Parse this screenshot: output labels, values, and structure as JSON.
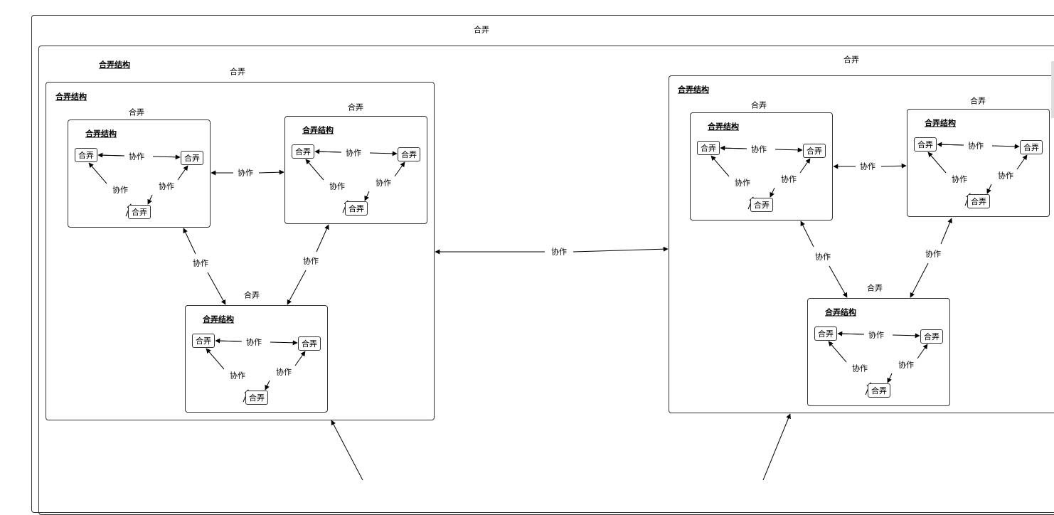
{
  "outer": {
    "label": "合弄"
  },
  "left": {
    "label": "合弄",
    "title": "合弄结构",
    "inner_title": "合弄结构",
    "inner_label": "合弄",
    "groups": [
      {
        "label": "合弄",
        "title": "合弄结构",
        "nodes": [
          "合弄",
          "合弄",
          "合弄"
        ],
        "edges": [
          "协作",
          "协作",
          "协作"
        ]
      },
      {
        "label": "合弄",
        "title": "合弄结构",
        "nodes": [
          "合弄",
          "合弄",
          "合弄"
        ],
        "edges": [
          "协作",
          "协作",
          "协作"
        ]
      },
      {
        "label": "合弄",
        "title": "合弄结构",
        "nodes": [
          "合弄",
          "合弄",
          "合弄"
        ],
        "edges": [
          "协作",
          "协作",
          "协作"
        ]
      }
    ],
    "group_edges": [
      "协作",
      "协作",
      "协作"
    ]
  },
  "right": {
    "label": "合弄",
    "title": "合弄结构",
    "groups": [
      {
        "label": "合弄",
        "title": "合弄结构",
        "nodes": [
          "合弄",
          "合弄",
          "合弄"
        ],
        "edges": [
          "协作",
          "协作",
          "协作"
        ]
      },
      {
        "label": "合弄",
        "title": "合弄结构",
        "nodes": [
          "合弄",
          "合弄",
          "合弄"
        ],
        "edges": [
          "协作",
          "协作",
          "协作"
        ]
      },
      {
        "label": "合弄",
        "title": "合弄结构",
        "nodes": [
          "合弄",
          "合弄",
          "合弄"
        ],
        "edges": [
          "协作",
          "协作",
          "协作"
        ]
      }
    ],
    "group_edges": [
      "协作",
      "协作",
      "协作"
    ]
  },
  "middle_edge": "协作"
}
